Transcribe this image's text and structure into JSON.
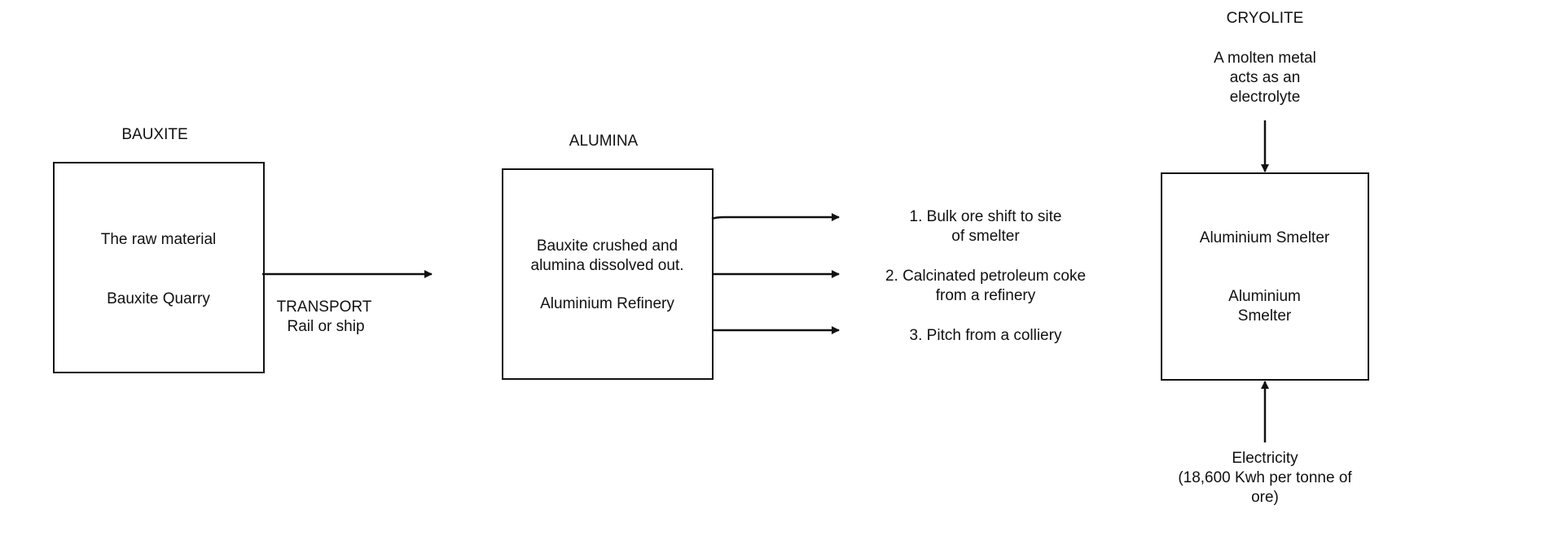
{
  "bauxite": {
    "heading": "BAUXITE",
    "line1": "The raw material",
    "line2": "Bauxite Quarry"
  },
  "transport": {
    "line1": "TRANSPORT",
    "line2": "Rail or ship"
  },
  "alumina": {
    "heading": "ALUMINA",
    "line1": "Bauxite crushed and\nalumina dissolved out.",
    "line2": "Aluminium Refinery"
  },
  "inputs": [
    "1. Bulk ore shift to site\nof smelter",
    "2. Calcinated petroleum coke\nfrom a refinery",
    "3. Pitch from a colliery"
  ],
  "cryolite": {
    "heading": "CRYOLITE",
    "description": "A molten metal\nacts as an\nelectrolyte"
  },
  "smelter": {
    "line1": "Aluminium Smelter",
    "line2": "Aluminium\nSmelter"
  },
  "electricity": {
    "text": "Electricity\n(18,600 Kwh per tonne of\nore)"
  }
}
